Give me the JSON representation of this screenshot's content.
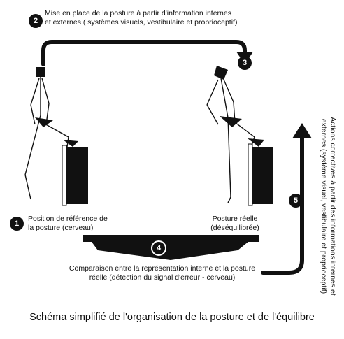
{
  "steps": {
    "step1": {
      "number": "1",
      "text_line1": "Position de référence de",
      "text_line2": "la posture (cerveau)"
    },
    "step2": {
      "number": "2",
      "text_line1": "Mise en place de la posture à partir d'information internes",
      "text_line2": "et externes ( systèmes visuels, vestibulaire et proprioceptif)"
    },
    "step3": {
      "number": "3"
    },
    "step4": {
      "number": "4",
      "text_line1": "Comparaison entre la représentation interne et la posture",
      "text_line2": "réelle (détection du signal d'erreur - cerveau)"
    },
    "step5": {
      "number": "5",
      "text_line1": "Actions correctives à partir des informations internes et",
      "text_line2": "externes (système visuel, vestibulaire et proprioceptif)"
    },
    "real_posture": {
      "text_line1": "Posture réelle",
      "text_line2": "(déséquilibrée)"
    }
  },
  "caption": "Schéma simplifié de l'organisation de la posture et de l'équilibre"
}
